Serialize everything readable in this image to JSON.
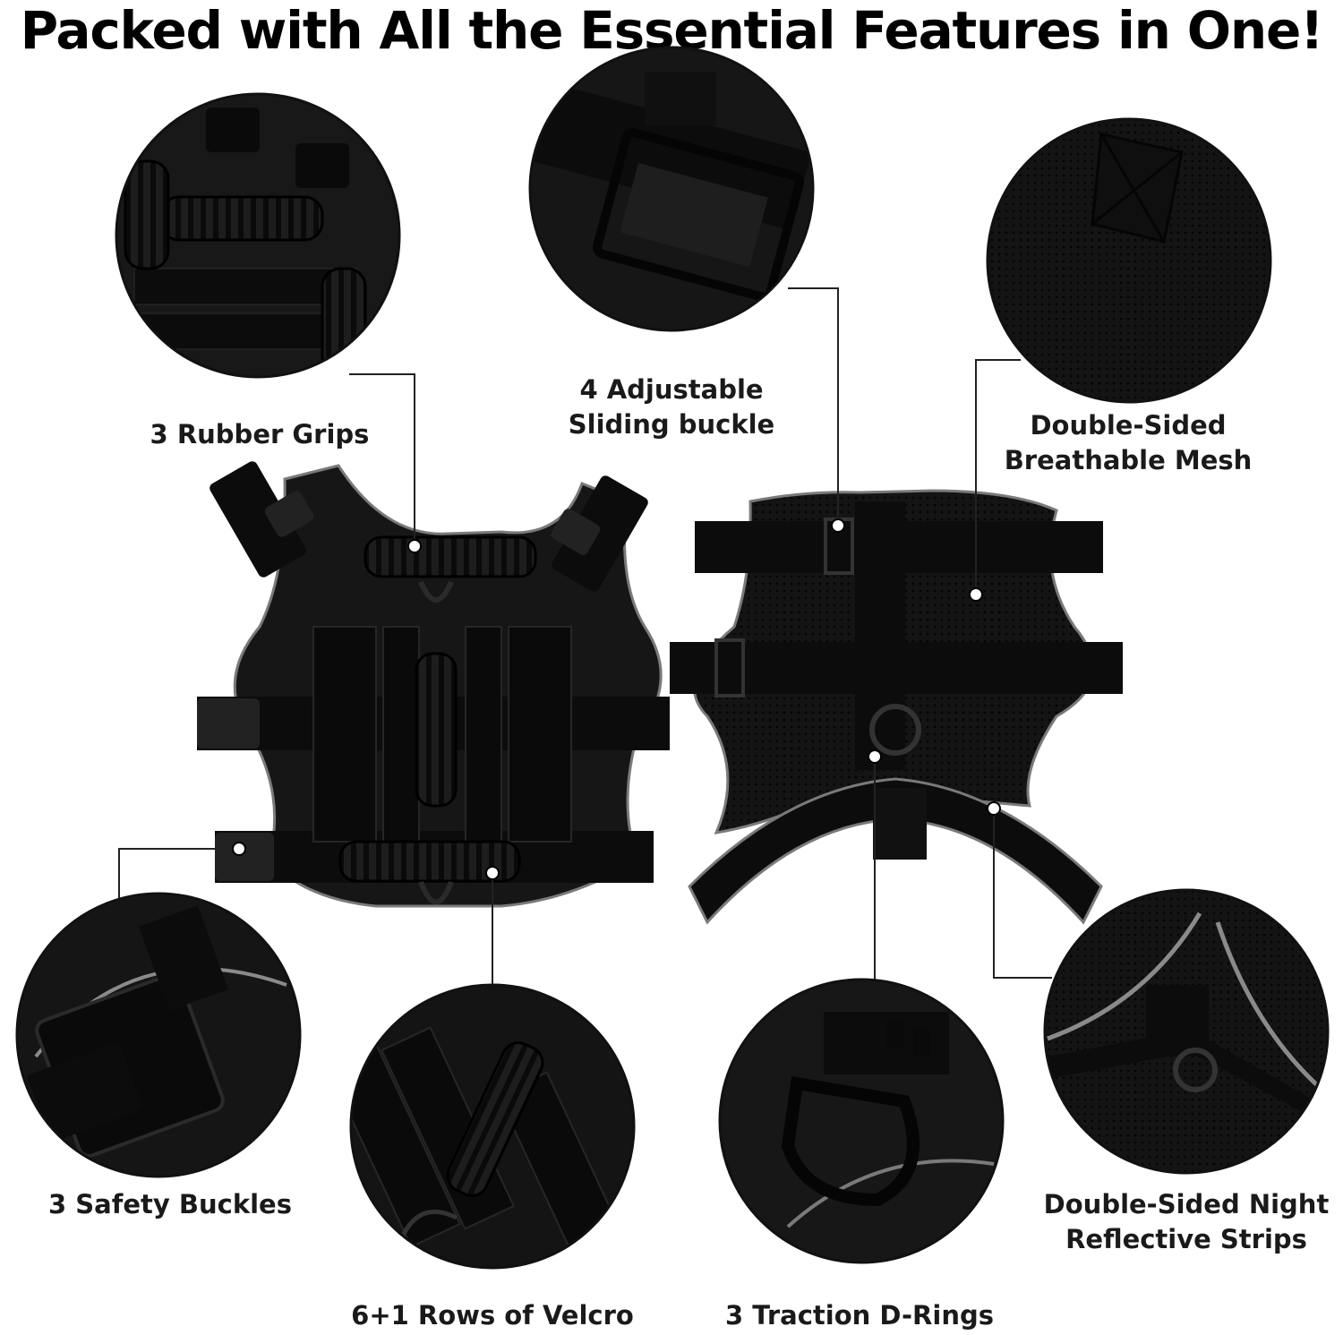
{
  "headline": "Packed with All the Essential Features in One!",
  "features": {
    "rubber_grips": "3 Rubber Grips",
    "sliding_buckle_line1": "4 Adjustable",
    "sliding_buckle_line2": "Sliding buckle",
    "mesh_line1": "Double-Sided",
    "mesh_line2": "Breathable Mesh",
    "safety_buckles": "3 Safety Buckles",
    "velcro": "6+1 Rows of Velcro",
    "d_rings": "3 Traction D-Rings",
    "reflective_line1": "Double-Sided Night",
    "reflective_line2": "Reflective Strips"
  },
  "colors": {
    "fabric": "#161616",
    "strap": "#0c0c0c",
    "reflective": "#8a8a8a",
    "callout_line": "#222222",
    "circle_border": "#111111"
  }
}
